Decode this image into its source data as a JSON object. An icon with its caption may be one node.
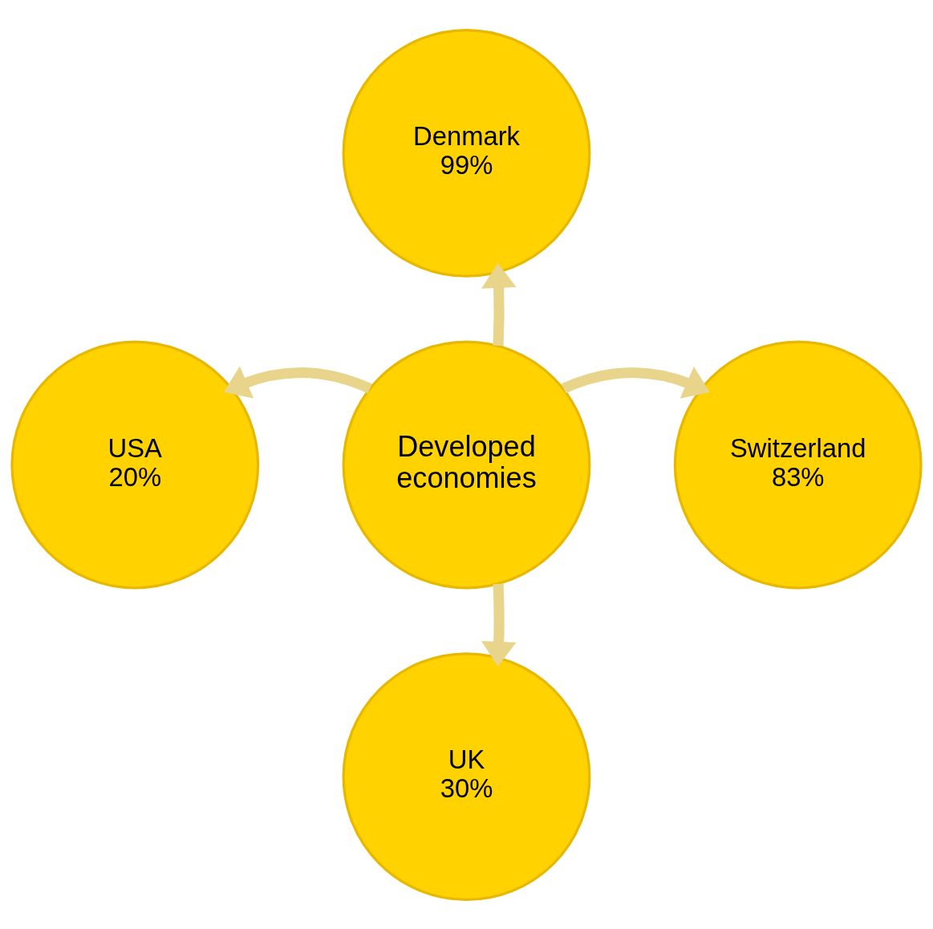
{
  "diagram": {
    "nodes": [
      {
        "text": [
          "Denmark",
          "99%"
        ]
      },
      {
        "text": [
          "USA",
          "20%"
        ]
      },
      {
        "text": [
          "Developed economies"
        ]
      },
      {
        "text": [
          "Switzerland",
          "83%"
        ]
      },
      {
        "text": [
          "UK",
          "30%"
        ]
      }
    ],
    "edges": [
      {
        "from": 2,
        "to": 0,
        "arrow": "to"
      },
      {
        "from": 2,
        "to": 1,
        "arrow": "to"
      },
      {
        "from": 2,
        "to": 3,
        "arrow": "to"
      },
      {
        "from": 2,
        "to": 4,
        "arrow": "to"
      }
    ]
  }
}
